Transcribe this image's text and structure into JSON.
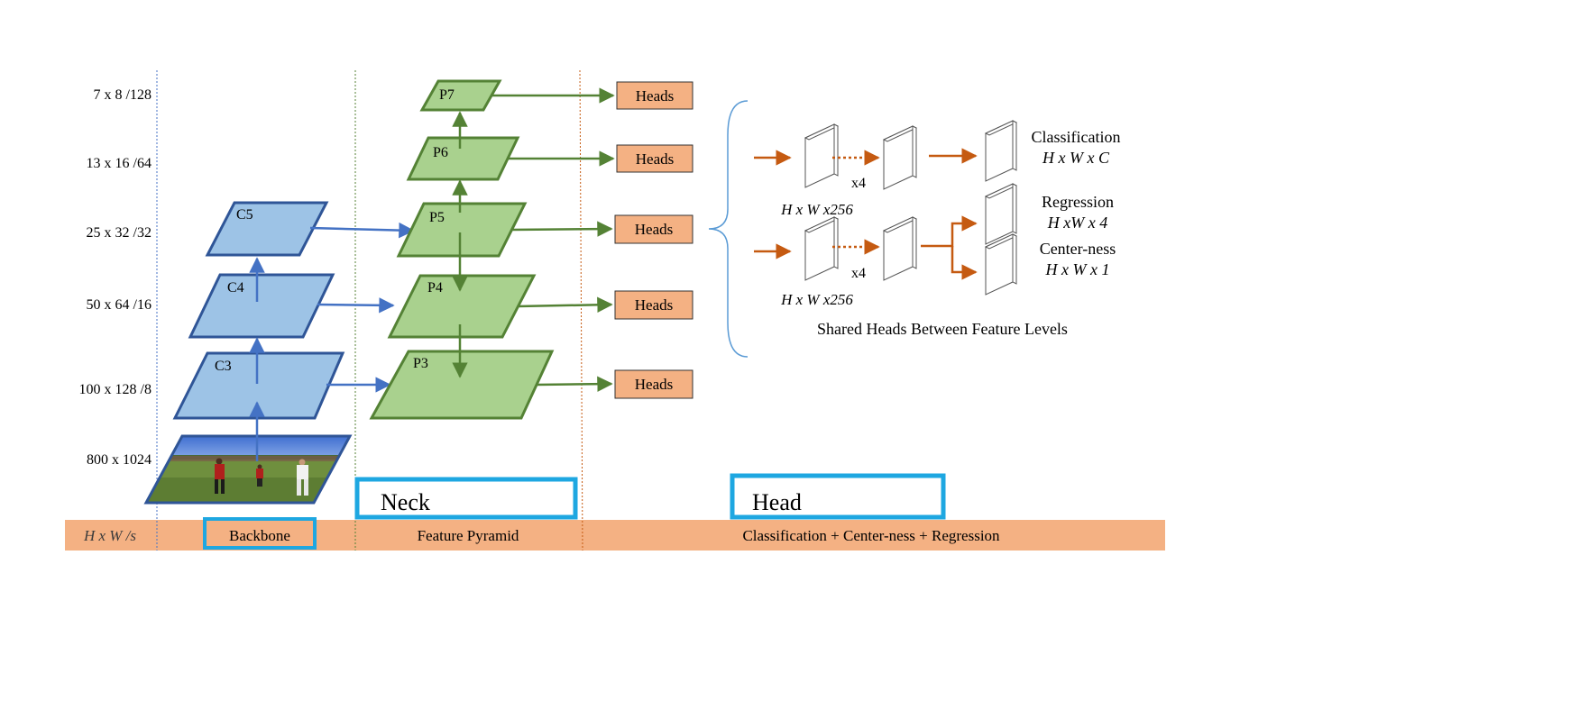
{
  "scale_labels": [
    "7 x 8 /128",
    "13 x 16 /64",
    "25 x 32 /32",
    "50 x 64 /16",
    "100 x 128 /8",
    "800 x 1024"
  ],
  "backbone_levels": [
    "C5",
    "C4",
    "C3"
  ],
  "pyramid_levels": [
    "P7",
    "P6",
    "P5",
    "P4",
    "P3"
  ],
  "heads_label": "Heads",
  "head_detail": {
    "top_input_dim": "H x W x256",
    "bottom_input_dim": "H x W x256",
    "repeat_top": "x4",
    "repeat_bottom": "x4",
    "classification_title": "Classification",
    "classification_dim": "H x W x C",
    "regression_title": "Regression",
    "regression_dim": "H xW x 4",
    "centerness_title": "Center-ness",
    "centerness_dim": "H x W x 1",
    "shared_caption": "Shared Heads Between Feature Levels"
  },
  "section_boxes": {
    "neck": "Neck",
    "head": "Head"
  },
  "footer": {
    "scale_header": "H x W /s",
    "backbone": "Backbone",
    "feature_pyramid": "Feature Pyramid",
    "head_section": "Classification + Center-ness + Regression"
  },
  "colors": {
    "backbone_fill": "#9dc3e6",
    "backbone_stroke": "#2f5597",
    "pyramid_fill": "#a9d18e",
    "pyramid_stroke": "#548235",
    "heads_fill": "#f4b183",
    "footer_band": "#f4b183",
    "blue_arrow": "#4472c4",
    "green_arrow": "#548235",
    "orange_arrow": "#c55a11",
    "highlight_box": "#1ea7e1"
  }
}
